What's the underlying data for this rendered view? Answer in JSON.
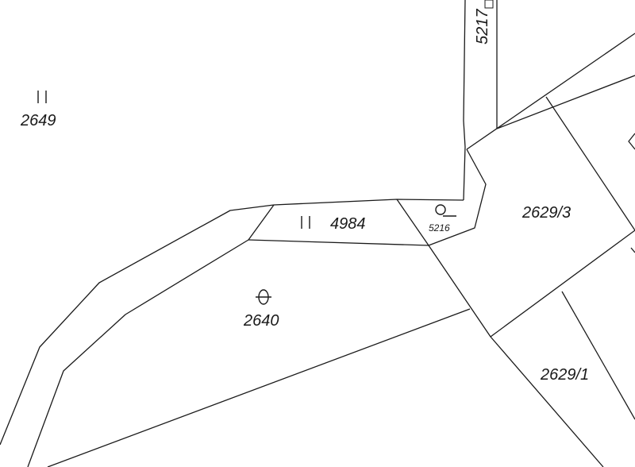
{
  "map": {
    "background": "#ffffff",
    "line_color": "#1a1a1a",
    "parcels": [
      {
        "id": "p2649",
        "label": "2649"
      },
      {
        "id": "p4984",
        "label": "4984"
      },
      {
        "id": "p5216",
        "label": "5216"
      },
      {
        "id": "p2629_3",
        "label": "2629/3"
      },
      {
        "id": "p2640",
        "label": "2640"
      },
      {
        "id": "p2629_1",
        "label": "2629/1"
      },
      {
        "id": "p5217",
        "label": "5217"
      }
    ],
    "symbols": [
      {
        "id": "s2649",
        "type": "land-use-double-bar-icon"
      },
      {
        "id": "s4984",
        "type": "land-use-double-bar-icon"
      },
      {
        "id": "s5216",
        "type": "water-body-icon"
      },
      {
        "id": "s2640",
        "type": "land-use-theta-icon"
      }
    ]
  }
}
